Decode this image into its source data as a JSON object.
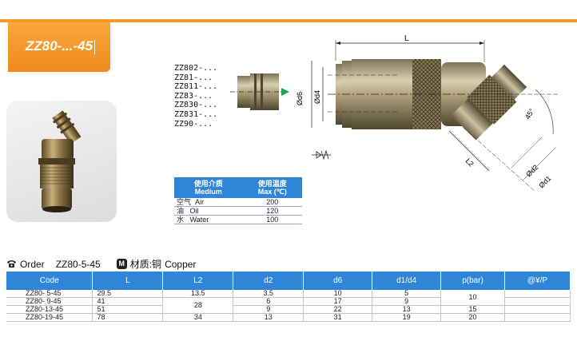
{
  "title": "ZZ80-...-45",
  "models": [
    "ZZ802-...",
    "ZZ81-...",
    "ZZ811-...",
    "ZZ83-...",
    "ZZ830-...",
    "ZZ831-...",
    "ZZ90-..."
  ],
  "dimensions": {
    "L": "L",
    "d6": "Ød6",
    "d4": "Ød4",
    "L2": "L2",
    "d2": "Ød2",
    "d1": "Ød1",
    "angle": "45°"
  },
  "medium_table": {
    "headers": [
      {
        "cn": "使用介质",
        "en": "Medium"
      },
      {
        "cn": "使用温度",
        "en": "Max (℃)"
      }
    ],
    "rows": [
      {
        "cn": "空气",
        "en": "Air",
        "temp": "200"
      },
      {
        "cn": "油",
        "en": "Oil",
        "temp": "120"
      },
      {
        "cn": "水",
        "en": "Water",
        "temp": "100"
      }
    ]
  },
  "order": {
    "label": "Order",
    "code": "ZZ80-5-45",
    "material_label": "材质:铜",
    "material_en": "Copper"
  },
  "main_table": {
    "headers": [
      "Code",
      "L",
      "L2",
      "d2",
      "d6",
      "d1/d4",
      "p(bar)",
      "@¥/P"
    ],
    "rows": [
      {
        "code": "ZZ80-  5-45",
        "L": "29.5",
        "L2": "13.5",
        "d2": "3.5",
        "d6": "10",
        "d1d4": "5",
        "p": "10",
        "price": ""
      },
      {
        "code": "ZZ80-  9-45",
        "L": "41",
        "L2": "28",
        "d2": "6",
        "d6": "17",
        "d1d4": "9",
        "p": "",
        "price": ""
      },
      {
        "code": "ZZ80-13-45",
        "L": "51",
        "L2": "",
        "d2": "9",
        "d6": "22",
        "d1d4": "13",
        "p": "15",
        "price": ""
      },
      {
        "code": "ZZ80-19-45",
        "L": "78",
        "L2": "34",
        "d2": "13",
        "d6": "31",
        "d1d4": "19",
        "p": "20",
        "price": ""
      }
    ]
  },
  "colors": {
    "accent": "#f39a2a",
    "header_blue": "#2f86d8",
    "arrow_green": "#1aa54a"
  }
}
